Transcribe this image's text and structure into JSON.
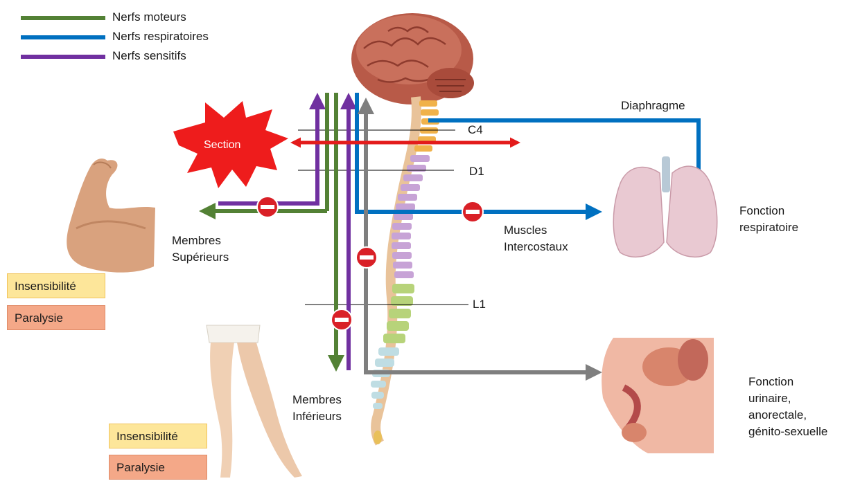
{
  "legend": [
    {
      "label": "Nerfs moteurs",
      "color": "#538135"
    },
    {
      "label": "Nerfs respiratoires",
      "color": "#0070c0"
    },
    {
      "label": "Nerfs sensitifs",
      "color": "#7030a0"
    }
  ],
  "colors": {
    "section": "#e31b1b",
    "block": "#d92027",
    "gray_nerve": "#7f7f7f"
  },
  "section_label": "Section",
  "levels": {
    "c4": "C4",
    "d1": "D1",
    "l1": "L1"
  },
  "diaphragme": "Diaphragme",
  "muscles": [
    "Muscles",
    "Intercostaux"
  ],
  "membres_superieurs": [
    "Membres",
    "Supérieurs"
  ],
  "membres_inferieurs": [
    "Membres",
    "Inférieurs"
  ],
  "fonction_respiratoire": [
    "Fonction",
    "respiratoire"
  ],
  "fonction_urinaire": [
    "Fonction",
    "urinaire,",
    "anorectale,",
    "génito-sexuelle"
  ],
  "upper_effects": {
    "insensibilite": "Insensibilité",
    "paralysie": "Paralysie"
  },
  "lower_effects": {
    "insensibilite": "Insensibilité",
    "paralysie": "Paralysie"
  },
  "images": {
    "brain": "brain-spinal-cord",
    "arm": "flexed-arm",
    "legs": "legs",
    "lungs": "lungs",
    "pelvis": "pelvic-organs"
  }
}
